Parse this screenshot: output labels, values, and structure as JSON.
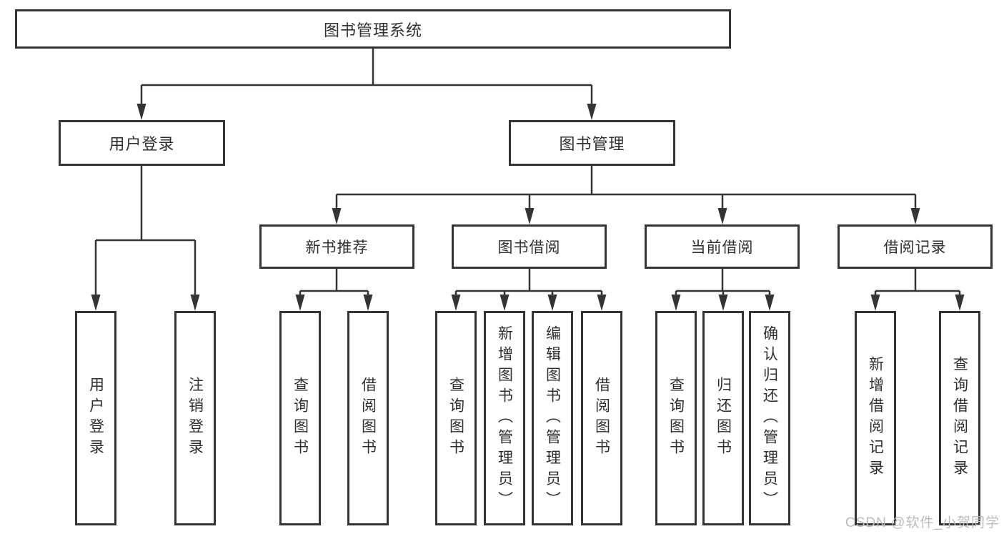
{
  "diagram": {
    "title": "图书管理系统",
    "root": {
      "label": "图书管理系统"
    },
    "branches": [
      {
        "label": "用户登录",
        "children": [
          "用户登录",
          "注销登录"
        ]
      },
      {
        "label": "图书管理",
        "groups": [
          {
            "label": "新书推荐",
            "children": [
              "查询图书",
              "借阅图书"
            ]
          },
          {
            "label": "图书借阅",
            "children": [
              "查询图书",
              "新增图书（管理员）",
              "编辑图书（管理员）",
              "借阅图书"
            ]
          },
          {
            "label": "当前借阅",
            "children": [
              "查询图书",
              "归还图书",
              "确认归还（管理员）"
            ]
          },
          {
            "label": "借阅记录",
            "children": [
              "新增借阅记录",
              "查询借阅记录"
            ]
          }
        ]
      }
    ],
    "watermark": "CSDN @软件_小贺同学",
    "colors": {
      "line": "#343434",
      "text": "#2f2f2f",
      "watermark": "#bcbcbc",
      "background": "#ffffff"
    }
  }
}
